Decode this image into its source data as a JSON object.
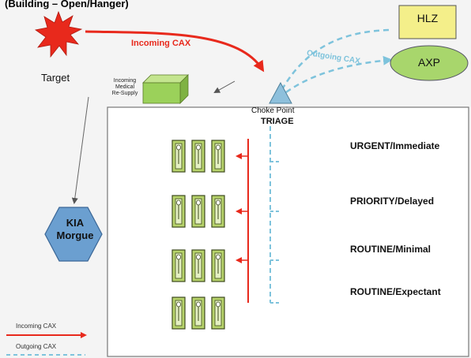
{
  "title": "(Building – Open/Hanger)",
  "target_label": "Target",
  "incoming_cax_label": "Incoming CAX",
  "outgoing_cax_label": "Outgoing CAX",
  "resupply_label": [
    "Incoming",
    "Medical",
    "Re-Supply"
  ],
  "choke_point_label": "Choke Point",
  "triage_label": "TRIAGE",
  "hlz_label": "HLZ",
  "axp_label": "AXP",
  "kia_label": [
    "KIA",
    "Morgue"
  ],
  "categories": [
    "URGENT/Immediate",
    "PRIORITY/Delayed",
    "ROUTINE/Minimal",
    "ROUTINE/Expectant"
  ],
  "legend": {
    "incoming": "Incoming CAX",
    "outgoing": "Outgoing CAX"
  },
  "colors": {
    "incoming": "#e8291c",
    "outgoing": "#7ec3dc",
    "stretcher": "#b7d36b",
    "supply_box": "#9bd15a",
    "hlz_box": "#f4ef8a",
    "axp_ellipse": "#a8d66c",
    "kia_hex": "#6b9fd0",
    "triage_triangle": "#8ec0dc"
  },
  "stretcher_rows": 4,
  "stretchers_per_row": 3
}
